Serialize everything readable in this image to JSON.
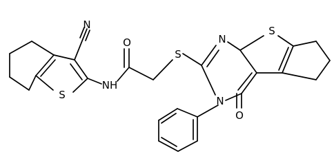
{
  "atom_labels": {
    "cyano_n": "N",
    "thiophene_s_left": "S",
    "amide_nh": "NH",
    "amide_o": "O",
    "thioether_s": "S",
    "pyrimidine_n_top": "N",
    "thiophene_s_right": "S",
    "pyrimidine_n_phenyl": "N",
    "carbonyl_o": "O"
  }
}
